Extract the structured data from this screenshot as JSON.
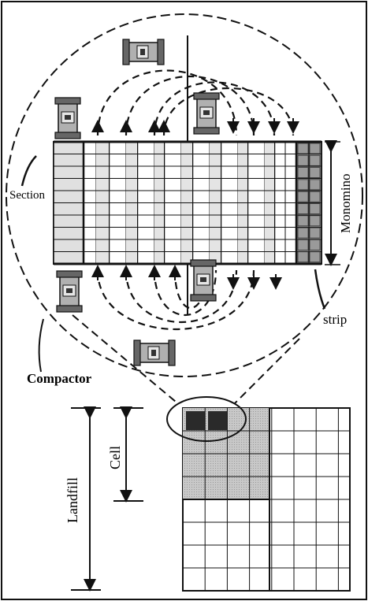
{
  "labels": {
    "section": "Section",
    "monomino": "Monomino",
    "strip": "strip",
    "compactor": "Compactor",
    "cell": "Cell",
    "landfill": "Landfill"
  },
  "colors": {
    "ink": "#111111",
    "panel": "#ffffff",
    "shade_light": "#c8c8c8",
    "shade_dark": "#8a8a8a",
    "shade_black": "#2a2a2a",
    "compactor_body": "#b0b0b0"
  },
  "icons": {
    "compactor": "compactor-icon",
    "arrow": "arrow-icon"
  }
}
